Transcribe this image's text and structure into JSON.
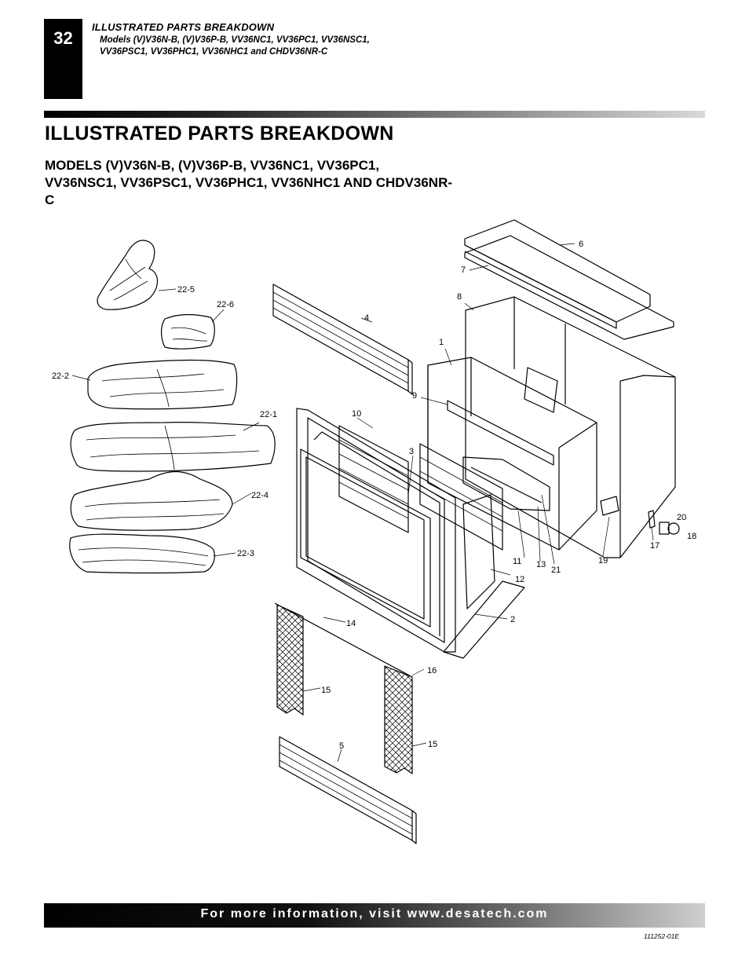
{
  "header": {
    "page_number": "32",
    "section_title": "ILLUSTRATED PARTS BREAKDOWN",
    "models_line": "Models (V)V36N-B, (V)V36P-B, VV36NC1, VV36PC1, VV36NSC1, VV36PSC1, VV36PHC1, VV36NHC1 and CHDV36NR-C"
  },
  "title": "ILLUSTRATED PARTS BREAKDOWN",
  "subtitle": "MODELS (V)V36N-B, (V)V36P-B, VV36NC1, VV36PC1, VV36NSC1, VV36PSC1, VV36PHC1, VV36NHC1 AND CHDV36NR-C",
  "callouts": {
    "c1": "1",
    "c2": "2",
    "c3": "3",
    "c4": "4",
    "c5": "5",
    "c6": "6",
    "c7": "7",
    "c8": "8",
    "c9": "9",
    "c10": "10",
    "c11": "11",
    "c12": "12",
    "c13": "13",
    "c14": "14",
    "c15a": "15",
    "c15b": "15",
    "c16": "16",
    "c17": "17",
    "c18": "18",
    "c19": "19",
    "c20": "20",
    "c21": "21",
    "c22_1": "22-1",
    "c22_2": "22-2",
    "c22_3": "22-3",
    "c22_4": "22-4",
    "c22_5": "22-5",
    "c22_6": "22-6"
  },
  "footer": {
    "text": "For more information, visit www.desatech.com",
    "doc_number": "111252-01E"
  }
}
